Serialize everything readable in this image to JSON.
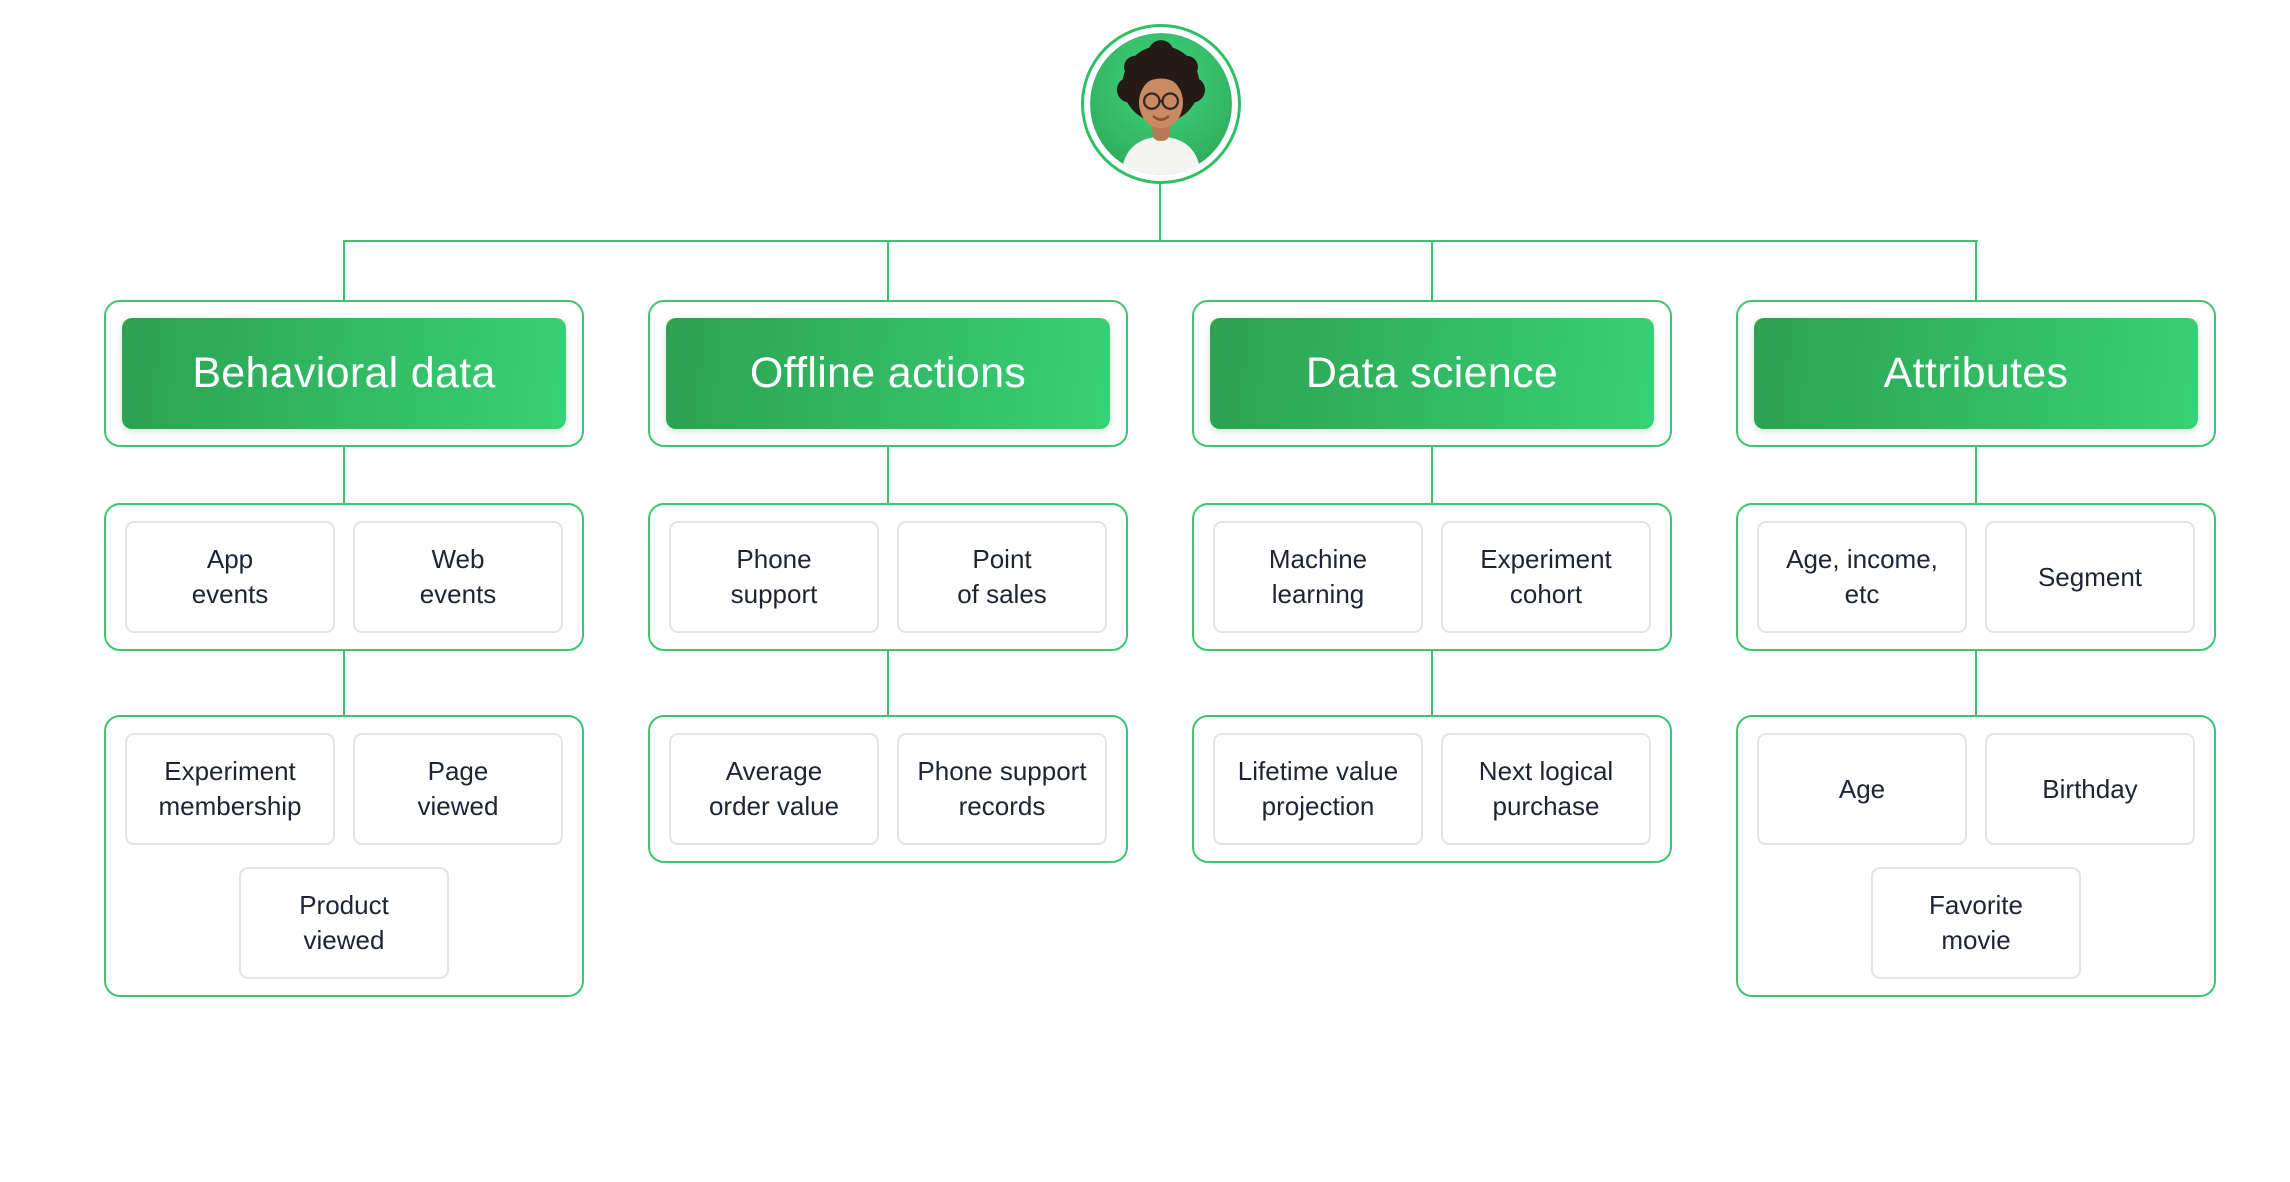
{
  "palette": {
    "accent_green": "#3fc571",
    "gradient_start": "#2ca152",
    "gradient_end": "#38d175",
    "line_green": "#3cc06e",
    "text_dark": "#1d2433",
    "item_border": "#e2e2e8"
  },
  "avatar": {
    "description": "customer portrait in green circle"
  },
  "columns": [
    {
      "title": "Behavioral data",
      "groups": [
        {
          "items": [
            {
              "label": "App\nevents"
            },
            {
              "label": "Web\nevents"
            }
          ]
        },
        {
          "items": [
            {
              "label": "Experiment\nmembership"
            },
            {
              "label": "Page\nviewed"
            },
            {
              "label": "Product\nviewed"
            }
          ]
        }
      ]
    },
    {
      "title": "Offline actions",
      "groups": [
        {
          "items": [
            {
              "label": "Phone\nsupport"
            },
            {
              "label": "Point\nof sales"
            }
          ]
        },
        {
          "items": [
            {
              "label": "Average\norder value"
            },
            {
              "label": "Phone support\nrecords"
            }
          ]
        }
      ]
    },
    {
      "title": "Data science",
      "groups": [
        {
          "items": [
            {
              "label": "Machine\nlearning"
            },
            {
              "label": "Experiment\ncohort"
            }
          ]
        },
        {
          "items": [
            {
              "label": "Lifetime value\nprojection"
            },
            {
              "label": "Next logical\npurchase"
            }
          ]
        }
      ]
    },
    {
      "title": "Attributes",
      "groups": [
        {
          "items": [
            {
              "label": "Age, income,\netc"
            },
            {
              "label": "Segment"
            }
          ]
        },
        {
          "items": [
            {
              "label": "Age"
            },
            {
              "label": "Birthday"
            },
            {
              "label": "Favorite\nmovie"
            }
          ]
        }
      ]
    }
  ]
}
